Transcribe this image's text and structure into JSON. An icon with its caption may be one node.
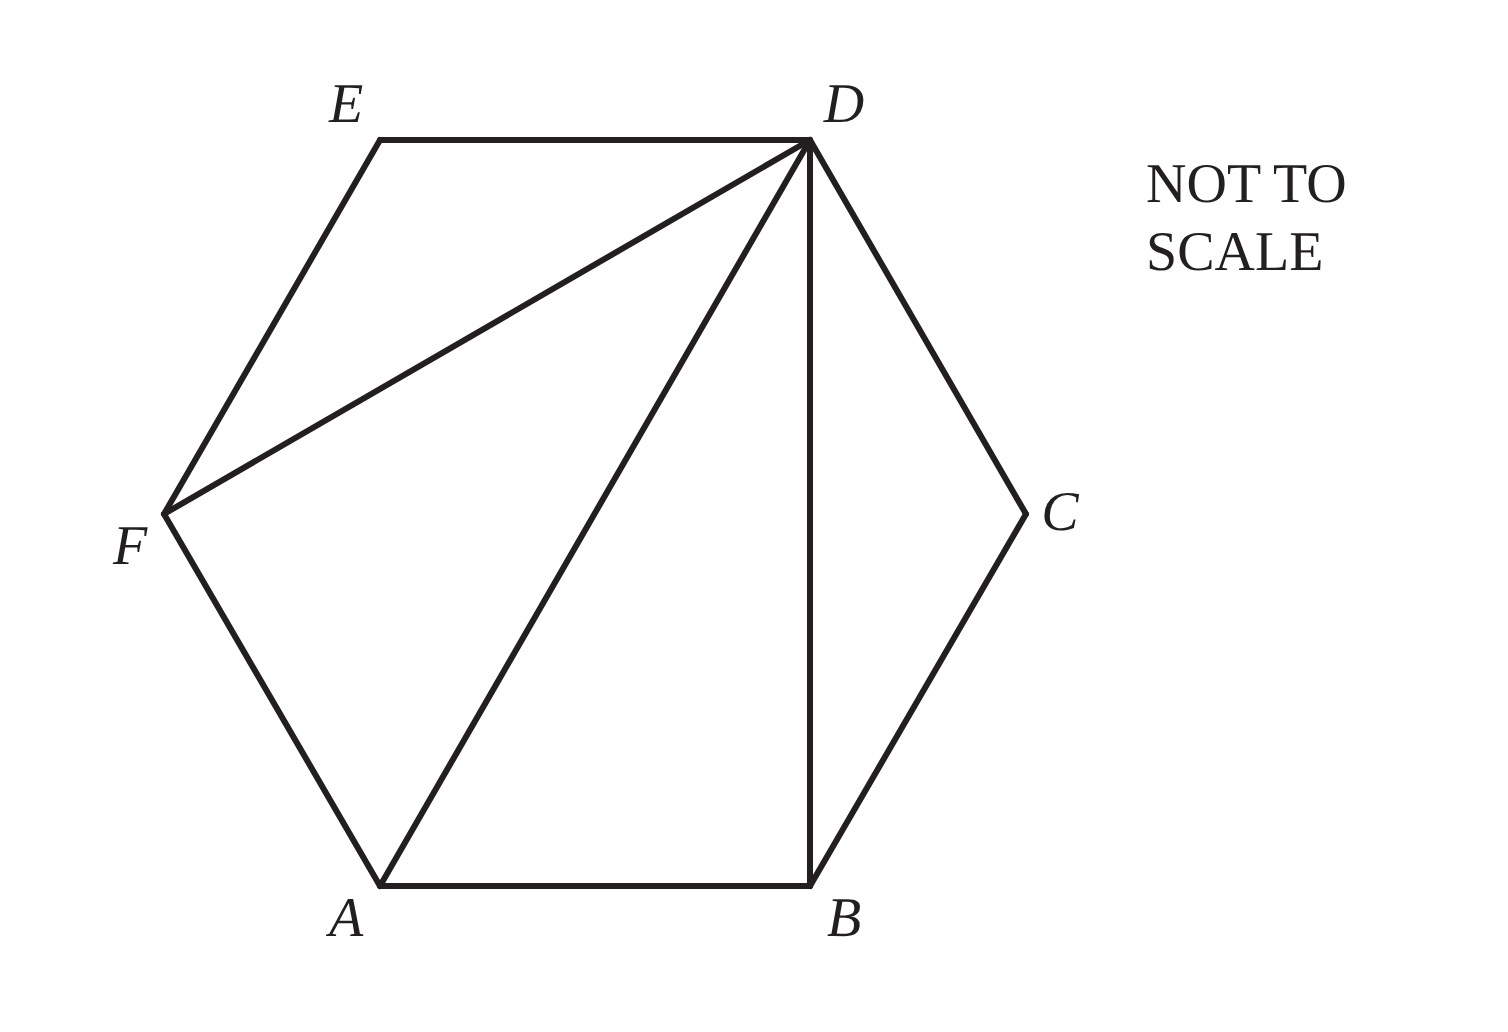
{
  "diagram": {
    "nodes": [
      {
        "text": [
          "E"
        ]
      },
      {
        "text": [
          "D"
        ]
      },
      {
        "text": [
          "F"
        ]
      },
      {
        "text": [
          "C"
        ]
      },
      {
        "text": [
          "A"
        ]
      },
      {
        "text": [
          "B"
        ]
      }
    ],
    "edges": [
      {
        "from": 0,
        "to": 1,
        "arrow": "none"
      },
      {
        "from": 1,
        "to": 3,
        "arrow": "none"
      },
      {
        "from": 3,
        "to": 5,
        "arrow": "none"
      },
      {
        "from": 4,
        "to": 5,
        "arrow": "none"
      },
      {
        "from": 2,
        "to": 4,
        "arrow": "none"
      },
      {
        "from": 0,
        "to": 2,
        "arrow": "none"
      },
      {
        "from": 2,
        "to": 1,
        "arrow": "none"
      },
      {
        "from": 4,
        "to": 1,
        "arrow": "none"
      },
      {
        "from": 5,
        "to": 1,
        "arrow": "none"
      }
    ],
    "labels": [
      "NOT TO SCALE"
    ]
  }
}
